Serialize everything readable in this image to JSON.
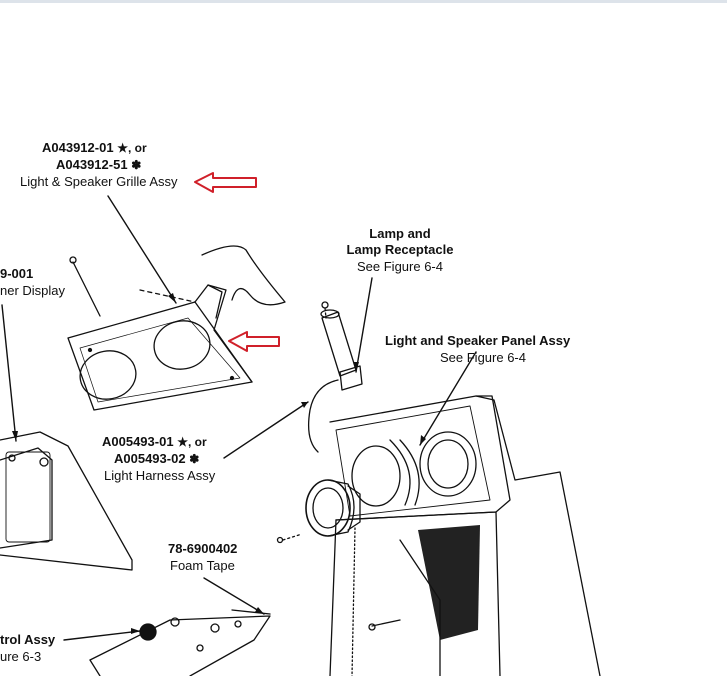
{
  "labels": {
    "grille": {
      "part_1": "A043912-01",
      "sym_1": "★, or",
      "part_2": "A043912-51",
      "sym_2": "✽",
      "name": "Light & Speaker Grille Assy"
    },
    "lamp": {
      "line_1": "Lamp and",
      "line_2": "Lamp Receptacle",
      "ref": "See Figure 6-4"
    },
    "display": {
      "part": "9-001",
      "name": "ner Display"
    },
    "panel": {
      "name": "Light and Speaker Panel Assy",
      "ref": "See Figure 6-4"
    },
    "harness": {
      "part_1": "A005493-01",
      "sym_1": "★, or",
      "part_2": "A005493-02",
      "sym_2": "✽",
      "name": "Light Harness Assy"
    },
    "tape": {
      "part": "78-6900402",
      "name": "Foam Tape"
    },
    "control": {
      "name": "trol Assy",
      "ref": "ure 6-3"
    }
  },
  "colors": {
    "ink": "#111111",
    "highlight_arrow": "#d0202a",
    "top_bar": "#dde3ea"
  }
}
